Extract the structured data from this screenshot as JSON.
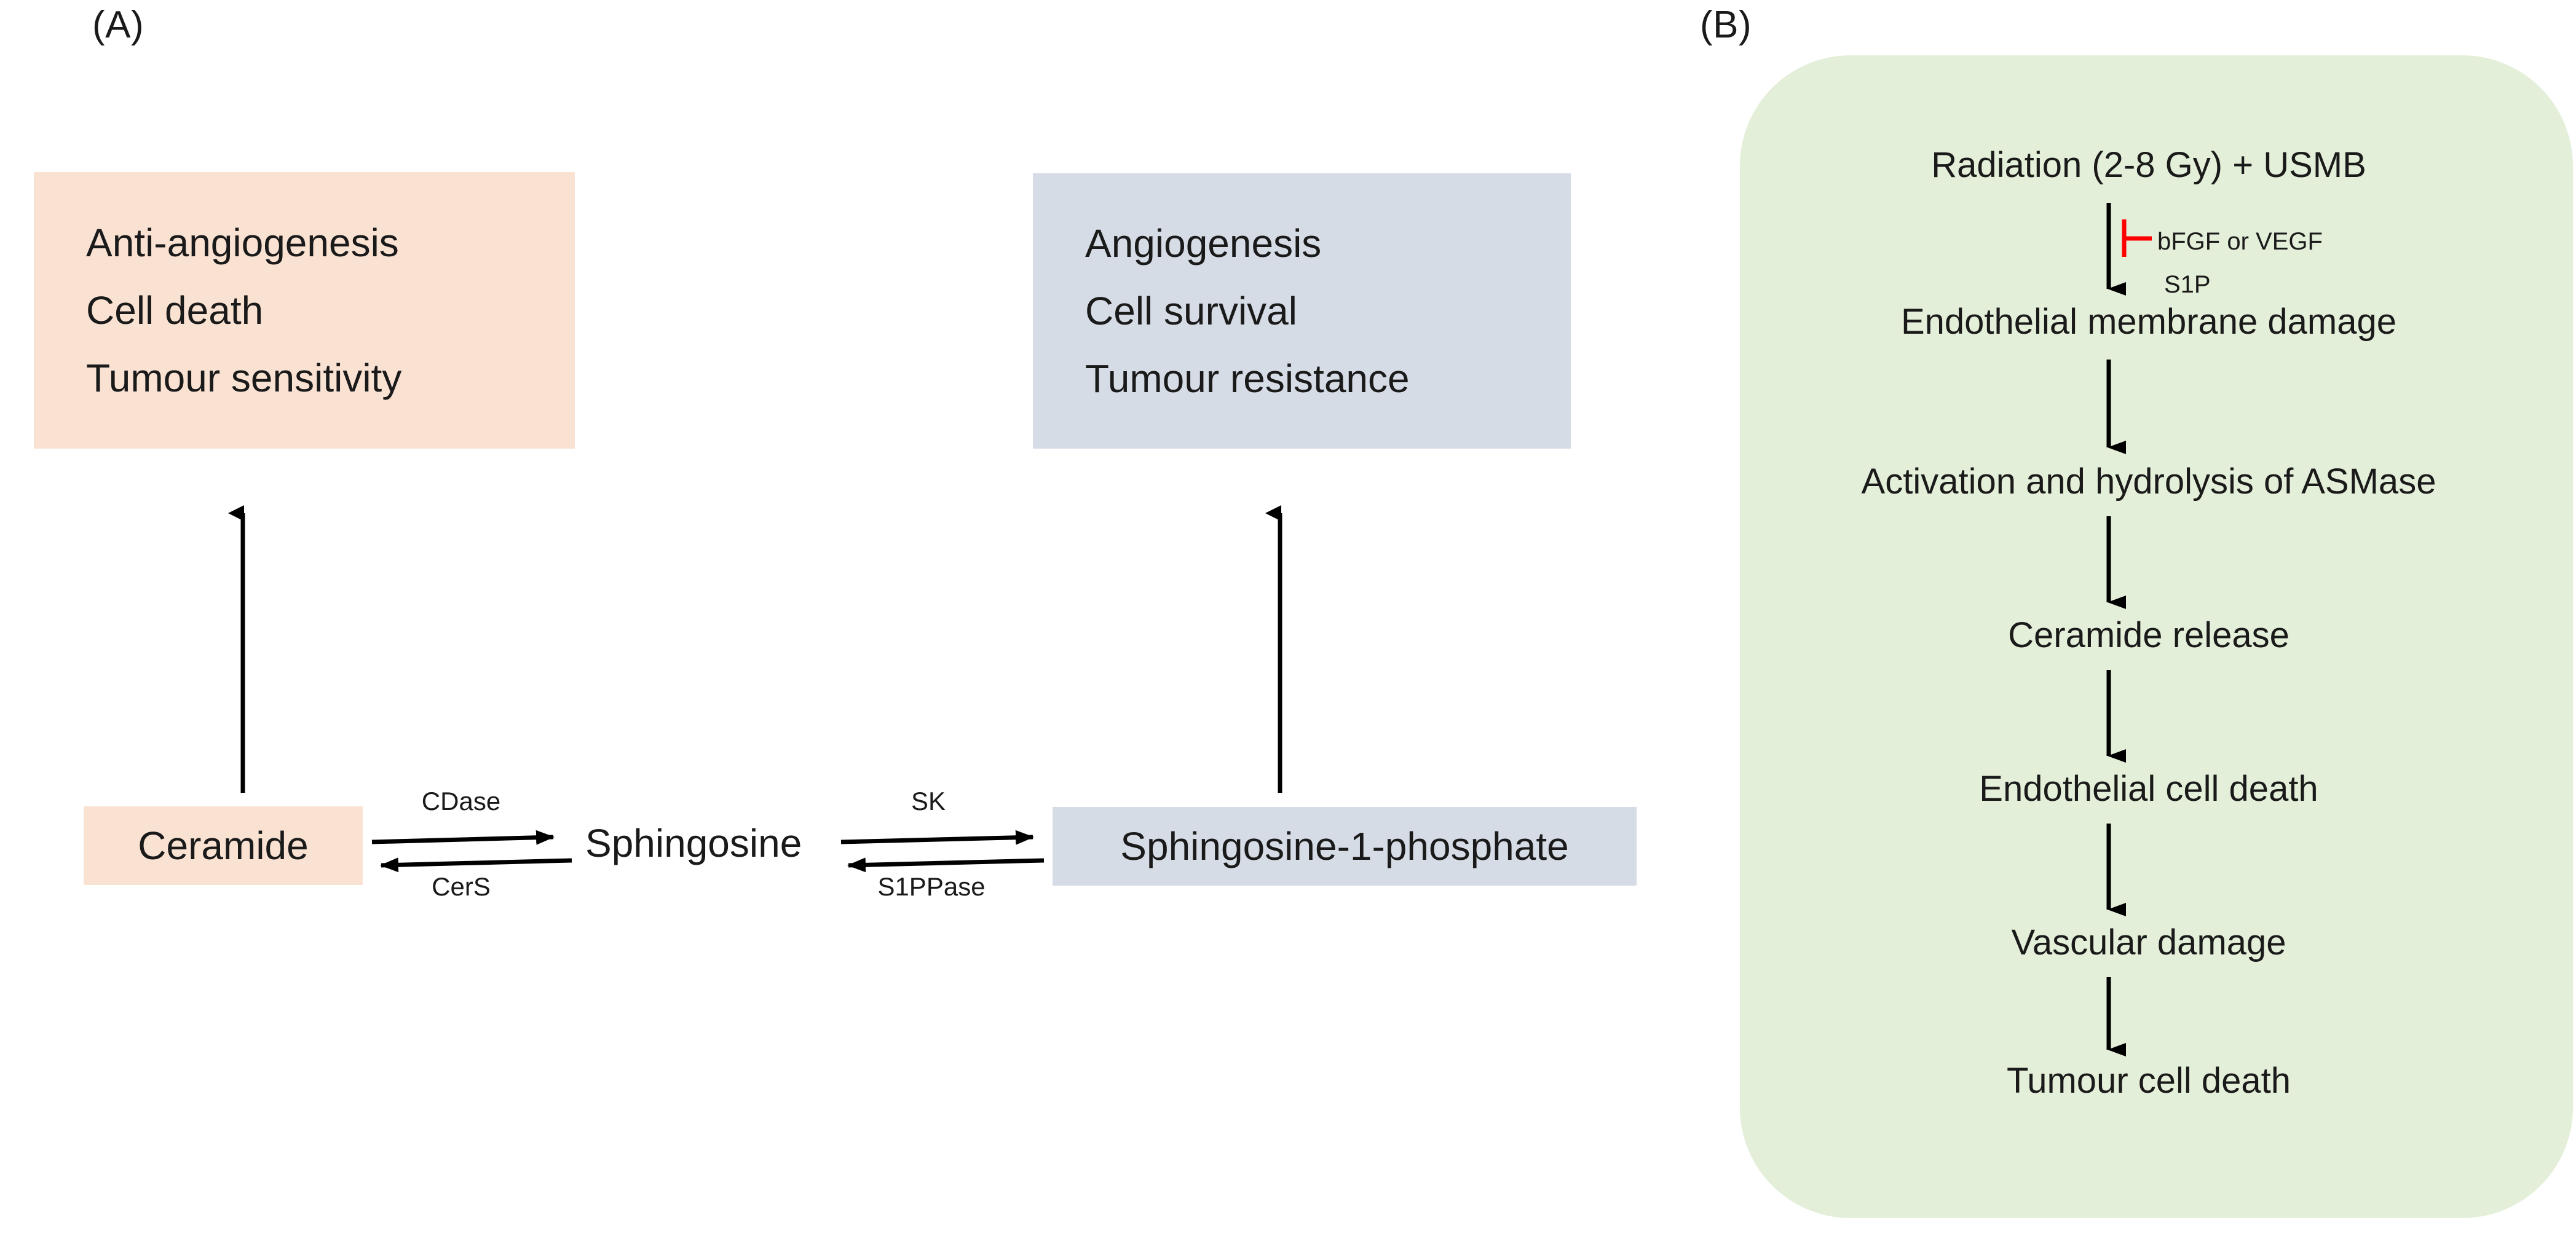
{
  "figure": {
    "panel_a": {
      "letter": "(A)",
      "outcome_left": {
        "lines": [
          "Anti-angiogenesis",
          "Cell death",
          "Tumour sensitivity"
        ],
        "color": "#FAE2D3"
      },
      "outcome_right": {
        "lines": [
          "Angiogenesis",
          "Cell survival",
          "Tumour resistance"
        ],
        "color": "#D6DCE5"
      },
      "nodes": {
        "ceramide": "Ceramide",
        "sphingosine": "Sphingosine",
        "s1p": "Sphingosine-1-phosphate"
      },
      "enzymes": {
        "forward_left": "CDase",
        "reverse_left": "CerS",
        "forward_right": "SK",
        "reverse_right": "S1PPase"
      }
    },
    "panel_b": {
      "letter": "(B)",
      "background_color": "#E3EFD8",
      "steps": [
        "Radiation (2-8 Gy) + USMB",
        "Endothelial membrane damage",
        "Activation and hydrolysis of ASMase",
        "Ceramide release",
        "Endothelial cell death",
        "Vascular damage",
        "Tumour cell death"
      ],
      "inhibitor": {
        "label": "bFGF or VEGF",
        "secondary_label": "S1P",
        "color": "#FF0000",
        "symbol": "inhibition-bar"
      }
    }
  }
}
